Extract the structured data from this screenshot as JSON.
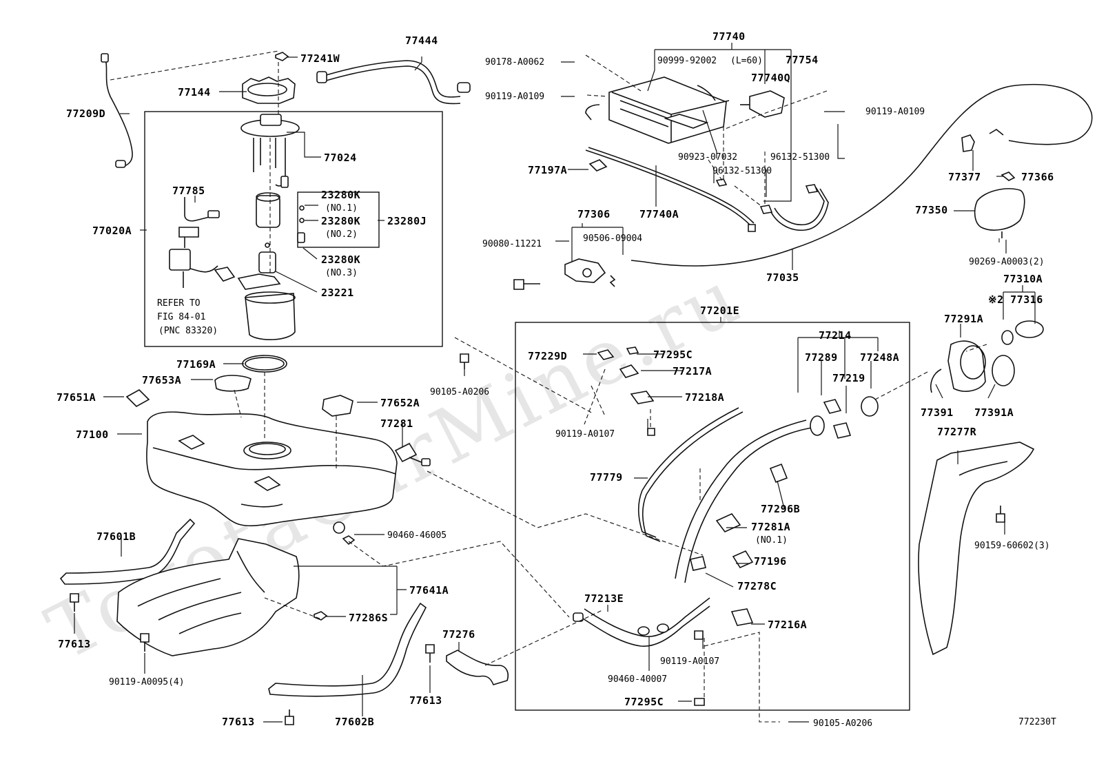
{
  "watermark": "ToyotaCarMine.ru",
  "figure_code": "772230T",
  "labels": {
    "p77444": "77444",
    "p77241W": "77241W",
    "p77144": "77144",
    "p77209D": "77209D",
    "p77024": "77024",
    "p77785": "77785",
    "p23280K_1": "23280K",
    "no1": "(NO.1)",
    "p23280K_2": "23280K",
    "no2": "(NO.2)",
    "p23280J": "23280J",
    "p77020A": "77020A",
    "p23280K_3": "23280K",
    "no3": "(NO.3)",
    "p23221": "23221",
    "refer1": "REFER TO",
    "refer2": "FIG 84-01",
    "refer3": "(PNC 83320)",
    "p77169A": "77169A",
    "p77653A": "77653A",
    "p77651A": "77651A",
    "p77100": "77100",
    "p90105_A0206_a": "90105-A0206",
    "p77652A": "77652A",
    "p77281": "77281",
    "p77601B": "77601B",
    "p90460_46005": "90460-46005",
    "p77641A": "77641A",
    "p77286S": "77286S",
    "p77613_a": "77613",
    "p90119_A0095": "90119-A0095(4)",
    "p77276": "77276",
    "p77613_b": "77613",
    "p77613_c": "77613",
    "p77602B": "77602B",
    "p77740": "77740",
    "p90178_A0062": "90178-A0062",
    "p90999": "90999-92002",
    "l60": "(L=60)",
    "p77754": "77754",
    "p77740Q": "77740Q",
    "p90119_A0109_a": "90119-A0109",
    "p90119_A0109_b": "90119-A0109",
    "p90923_07032": "90923-07032",
    "p96132_51300_a": "96132-51300",
    "p96132_51300_b": "96132-51300",
    "p77197A": "77197A",
    "p77740A": "77740A",
    "p77377": "77377",
    "p77366": "77366",
    "p77306": "77306",
    "p90506_09004": "90506-09004",
    "p90080_11221": "90080-11221",
    "p77350": "77350",
    "p77035": "77035",
    "p90269_A0003": "90269-A0003(2)",
    "p77310A": "77310A",
    "p77316": "※2 77316",
    "p77201E": "77201E",
    "p77214": "77214",
    "p77229D": "77229D",
    "p77295C_a": "77295C",
    "p77289": "77289",
    "p77248A": "77248A",
    "p77291A": "77291A",
    "p77217A": "77217A",
    "p77219": "77219",
    "p77218A": "77218A",
    "p77391": "77391",
    "p77391A": "77391A",
    "p90119_A0107_a": "90119-A0107",
    "p77277R": "77277R",
    "p77779": "77779",
    "p77296B": "77296B",
    "p77281A": "77281A",
    "no1b": "(NO.1)",
    "p90159_60602": "90159-60602(3)",
    "p77196": "77196",
    "p77278C": "77278C",
    "p77213E": "77213E",
    "p77216A": "77216A",
    "p90119_A0107_b": "90119-A0107",
    "p90460_40007": "90460-40007",
    "p77295C_b": "77295C",
    "p90105_A0206_b": "90105-A0206"
  }
}
